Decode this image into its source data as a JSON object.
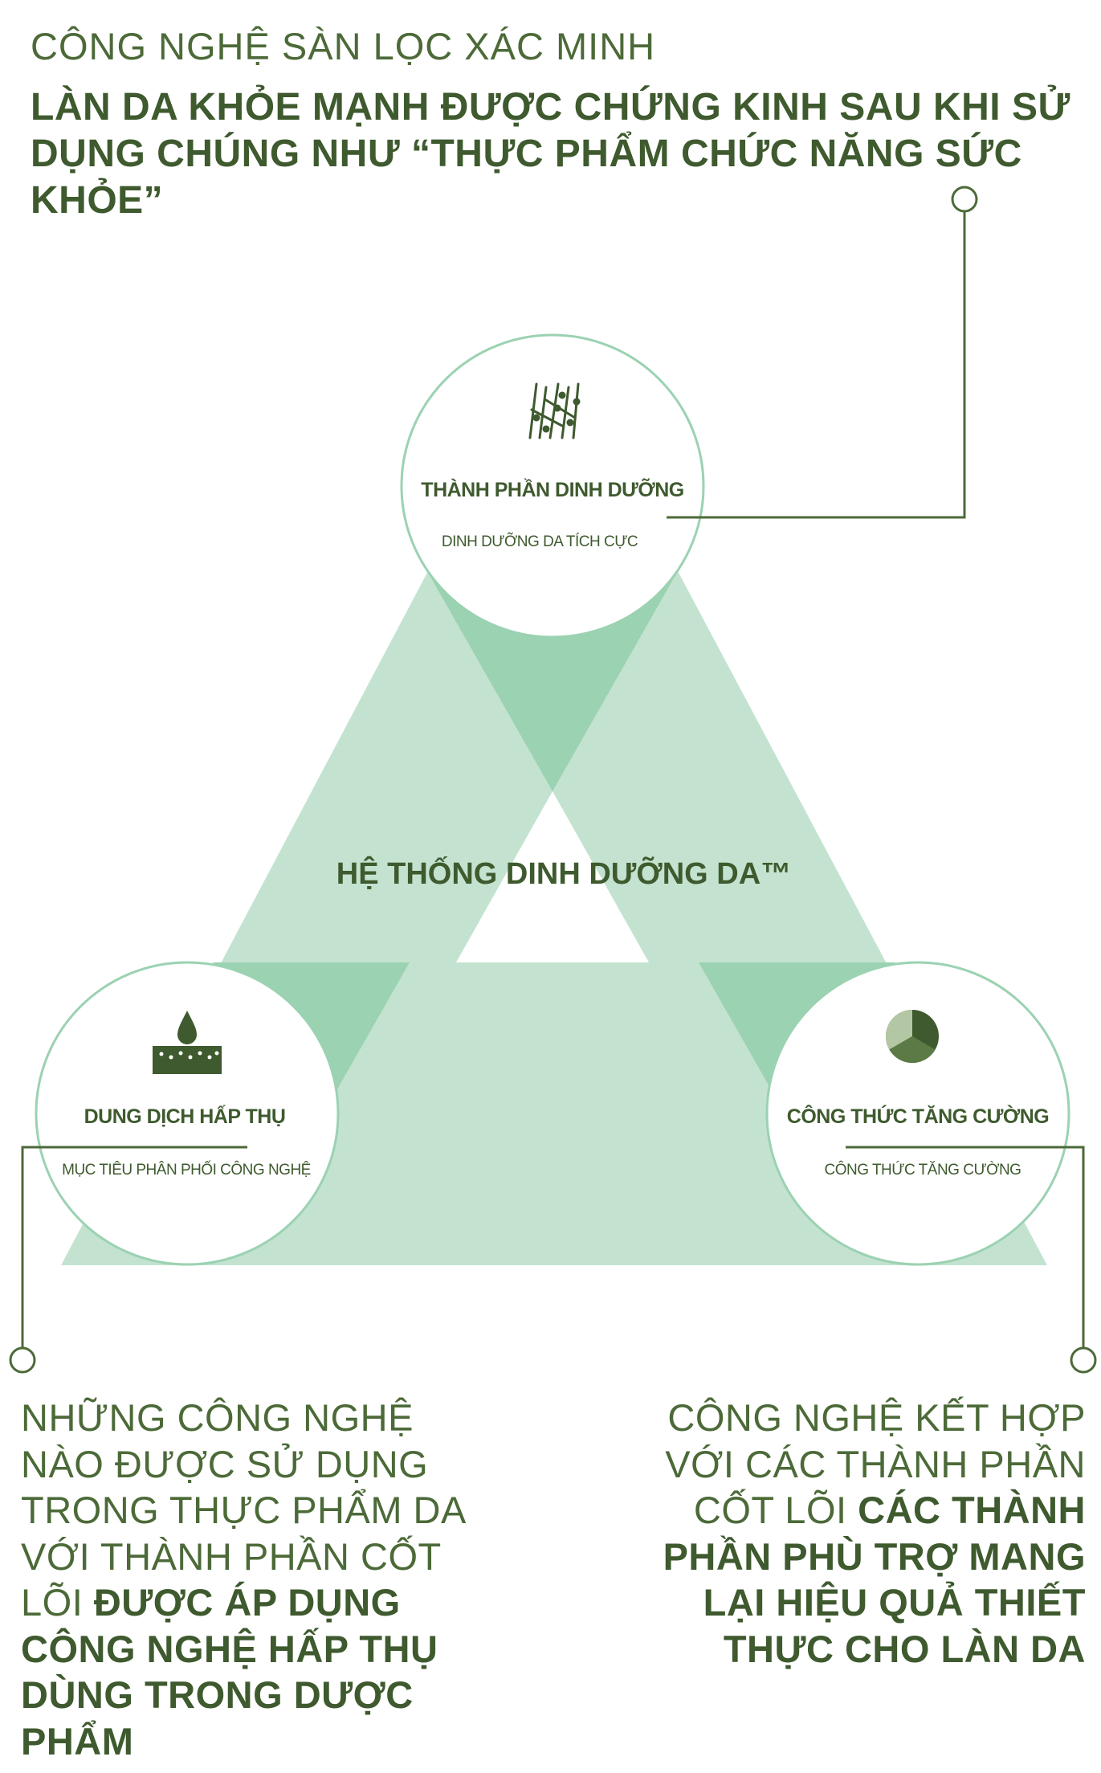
{
  "header": {
    "eyebrow": "CÔNG NGHỆ SÀN LỌC XÁC MINH",
    "headline": "LÀN DA KHỎE MẠNH ĐƯỢC CHỨNG KINH SAU KHI SỬ DỤNG CHÚNG NHƯ “THỰC PHẨM CHỨC NĂNG SỨC KHỎE”"
  },
  "center_label": "HỆ THỐNG DINH DƯỠNG DA™",
  "circles": {
    "top": {
      "title": "THÀNH PHẦN DINH DƯỠNG",
      "subtitle": "DINH DƯỠNG DA TÍCH CỰC",
      "icon": "plant-stems-icon"
    },
    "left": {
      "title": "DUNG DỊCH HẤP THỤ",
      "subtitle": "MỤC TIÊU PHÂN PHỐI CÔNG NGHỆ",
      "icon": "water-drop-icon"
    },
    "right": {
      "title": "CÔNG THỨC TĂNG CƯỜNG",
      "subtitle": "CÔNG THỨC TĂNG CƯỜNG",
      "icon": "pie-icon"
    }
  },
  "left_text": {
    "light": "NHỮNG CÔNG NGHỆ NÀO ĐƯỢC SỬ DỤNG TRONG THỰC PHẨM DA VỚI THÀNH PHẦN CỐT LÕI ",
    "bold": "ĐƯỢC ÁP DỤNG CÔNG NGHỆ HẤP THỤ DÙNG TRONG DƯỢC PHẨM"
  },
  "right_text": {
    "light": "CÔNG NGHỆ KẾT HỢP VỚI CÁC THÀNH PHẦN CỐT LÕI ",
    "bold": "CÁC THÀNH PHẦN PHÙ TRỢ MANG LẠI HIỆU QUẢ THIẾT THỰC CHO LÀN DA"
  },
  "colors": {
    "primary": "#3e5a2e",
    "triangle_light": "#c3e3d0",
    "triangle_mid": "#9bd2b2",
    "circle_border": "#9bd2b2",
    "connector": "#4c6a38"
  }
}
